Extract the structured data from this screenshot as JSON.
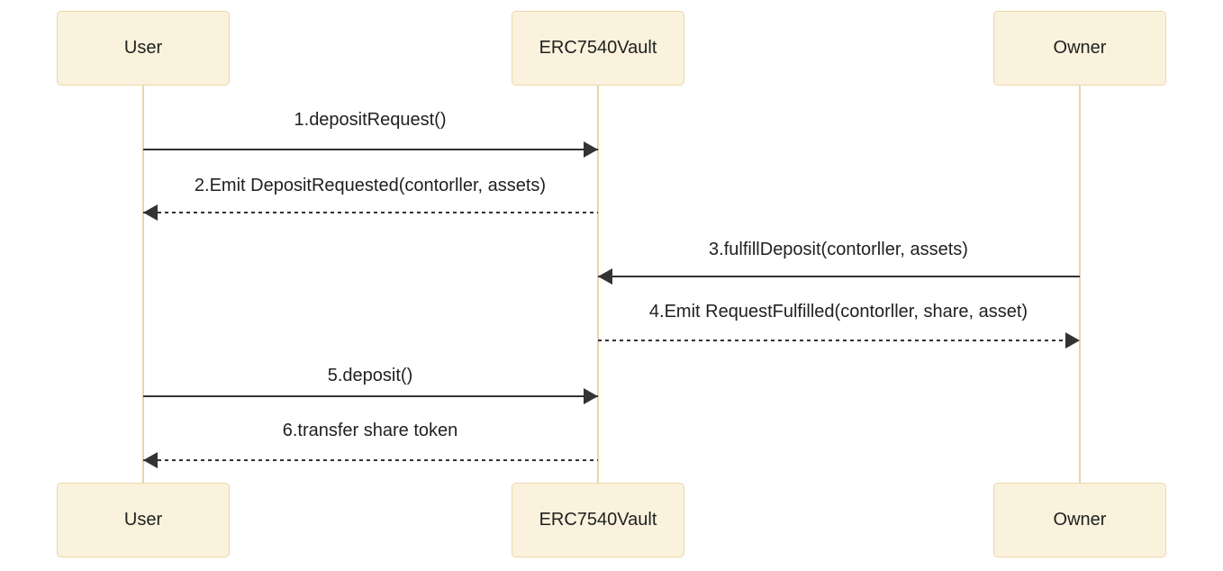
{
  "diagram": {
    "type": "sequence-diagram",
    "colors": {
      "actor_fill": "#faf2dc",
      "actor_border": "#ebd7aa",
      "lifeline": "#e9d6a8",
      "text": "#212121",
      "arrow": "#333333",
      "bg": "#ffffff"
    },
    "actors": [
      {
        "name": "User"
      },
      {
        "name": "ERC7540Vault"
      },
      {
        "name": "Owner"
      }
    ],
    "messages": [
      {
        "order": 1,
        "label": "1.depositRequest()",
        "from": "User",
        "to": "ERC7540Vault",
        "line": "solid",
        "direction": "right"
      },
      {
        "order": 2,
        "label": "2.Emit DepositRequested(contorller, assets)",
        "from": "ERC7540Vault",
        "to": "User",
        "line": "dashed",
        "direction": "left"
      },
      {
        "order": 3,
        "label": "3.fulfillDeposit(contorller, assets)",
        "from": "Owner",
        "to": "ERC7540Vault",
        "line": "solid",
        "direction": "left"
      },
      {
        "order": 4,
        "label": "4.Emit RequestFulfilled(contorller, share, asset)",
        "from": "ERC7540Vault",
        "to": "Owner",
        "line": "dashed",
        "direction": "right"
      },
      {
        "order": 5,
        "label": "5.deposit()",
        "from": "User",
        "to": "ERC7540Vault",
        "line": "solid",
        "direction": "right"
      },
      {
        "order": 6,
        "label": "6.transfer share token",
        "from": "ERC7540Vault",
        "to": "User",
        "line": "dashed",
        "direction": "left"
      }
    ]
  }
}
